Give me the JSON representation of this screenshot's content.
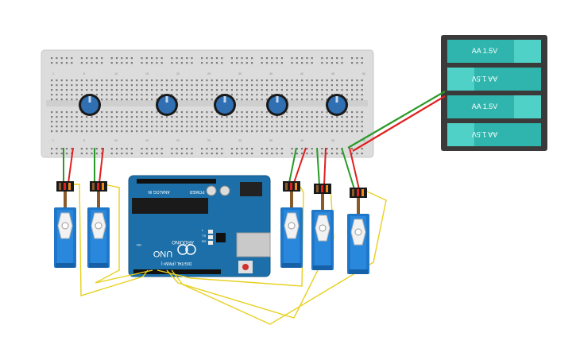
{
  "battery_pack": {
    "cells": [
      {
        "label": "AA 1.5V",
        "flipped": false
      },
      {
        "label": "AA 1.5V",
        "flipped": true
      },
      {
        "label": "AA 1.5V",
        "flipped": false
      },
      {
        "label": "AA 1.5V",
        "flipped": true
      }
    ],
    "cell_color": "#2fb5ad",
    "cap_color": "#4fd1c8",
    "case_color": "#3a3a3a"
  },
  "arduino": {
    "model": "UNO",
    "brand": "ARDUINO",
    "header_top_left": "ANALOG IN",
    "header_top_right": "POWER",
    "header_bottom": "DIGITAL (PWM~)",
    "led_labels": [
      "TX",
      "RX",
      "L"
    ],
    "on_label": "ON",
    "board_color": "#1c6fa8"
  },
  "breadboard": {
    "potentiometers": 5,
    "row_numbers": [
      "1",
      "5",
      "10",
      "15",
      "20",
      "25",
      "30",
      "35",
      "40",
      "45",
      "50"
    ],
    "body_color": "#dcdcdc"
  },
  "servos": {
    "count": 5,
    "body_color": "#1f77c9"
  },
  "wire_colors": {
    "power": "#e02020",
    "ground": "#2a9a2a",
    "signal": "#e8d020",
    "servo_brown": "#8a5a2a",
    "servo_orange": "#e98a1a"
  }
}
